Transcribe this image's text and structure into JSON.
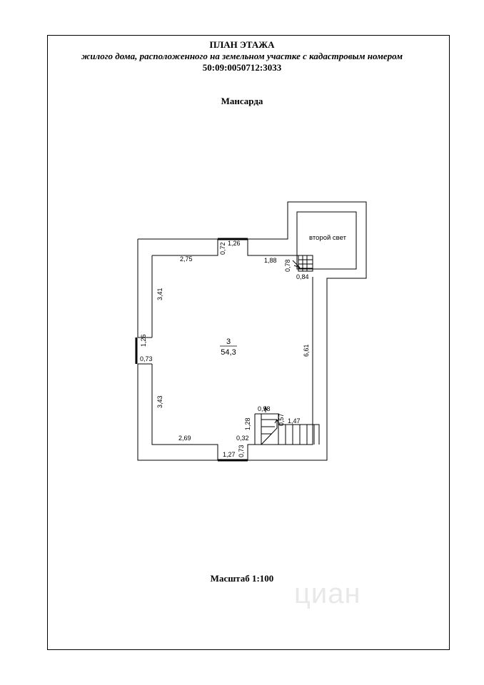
{
  "header": {
    "title": "ПЛАН ЭТАЖА",
    "subtitle": "жилого дома, расположенного на земельном участке с кадастровым номером",
    "cadastral_number": "50:09:0050712:3033",
    "floor_name": "Мансарда"
  },
  "plan": {
    "room_number": "3",
    "room_area": "54,3",
    "light_well_label": "второй свет",
    "dimensions": {
      "top_left_wall": "2,75",
      "top_door_width": "1,26",
      "top_door_depth": "0,72",
      "top_right_wall": "1,88",
      "stair_top_depth": "0,78",
      "stair_top_width": "0,84",
      "left_upper_wall": "3,41",
      "left_window_width": "1,26",
      "left_window_depth": "0,73",
      "left_lower_wall": "3,43",
      "right_wall": "6,61",
      "bottom_left_wall": "2,69",
      "bottom_door_width": "1,27",
      "bottom_door_depth": "0,73",
      "stair_width": "0,98",
      "stair_depth": "0,57",
      "stair_length": "1,28",
      "stair_offset": "0,32",
      "stair_run": "1,47"
    }
  },
  "footer": {
    "scale": "Масштаб 1:100",
    "watermark": "циан"
  }
}
